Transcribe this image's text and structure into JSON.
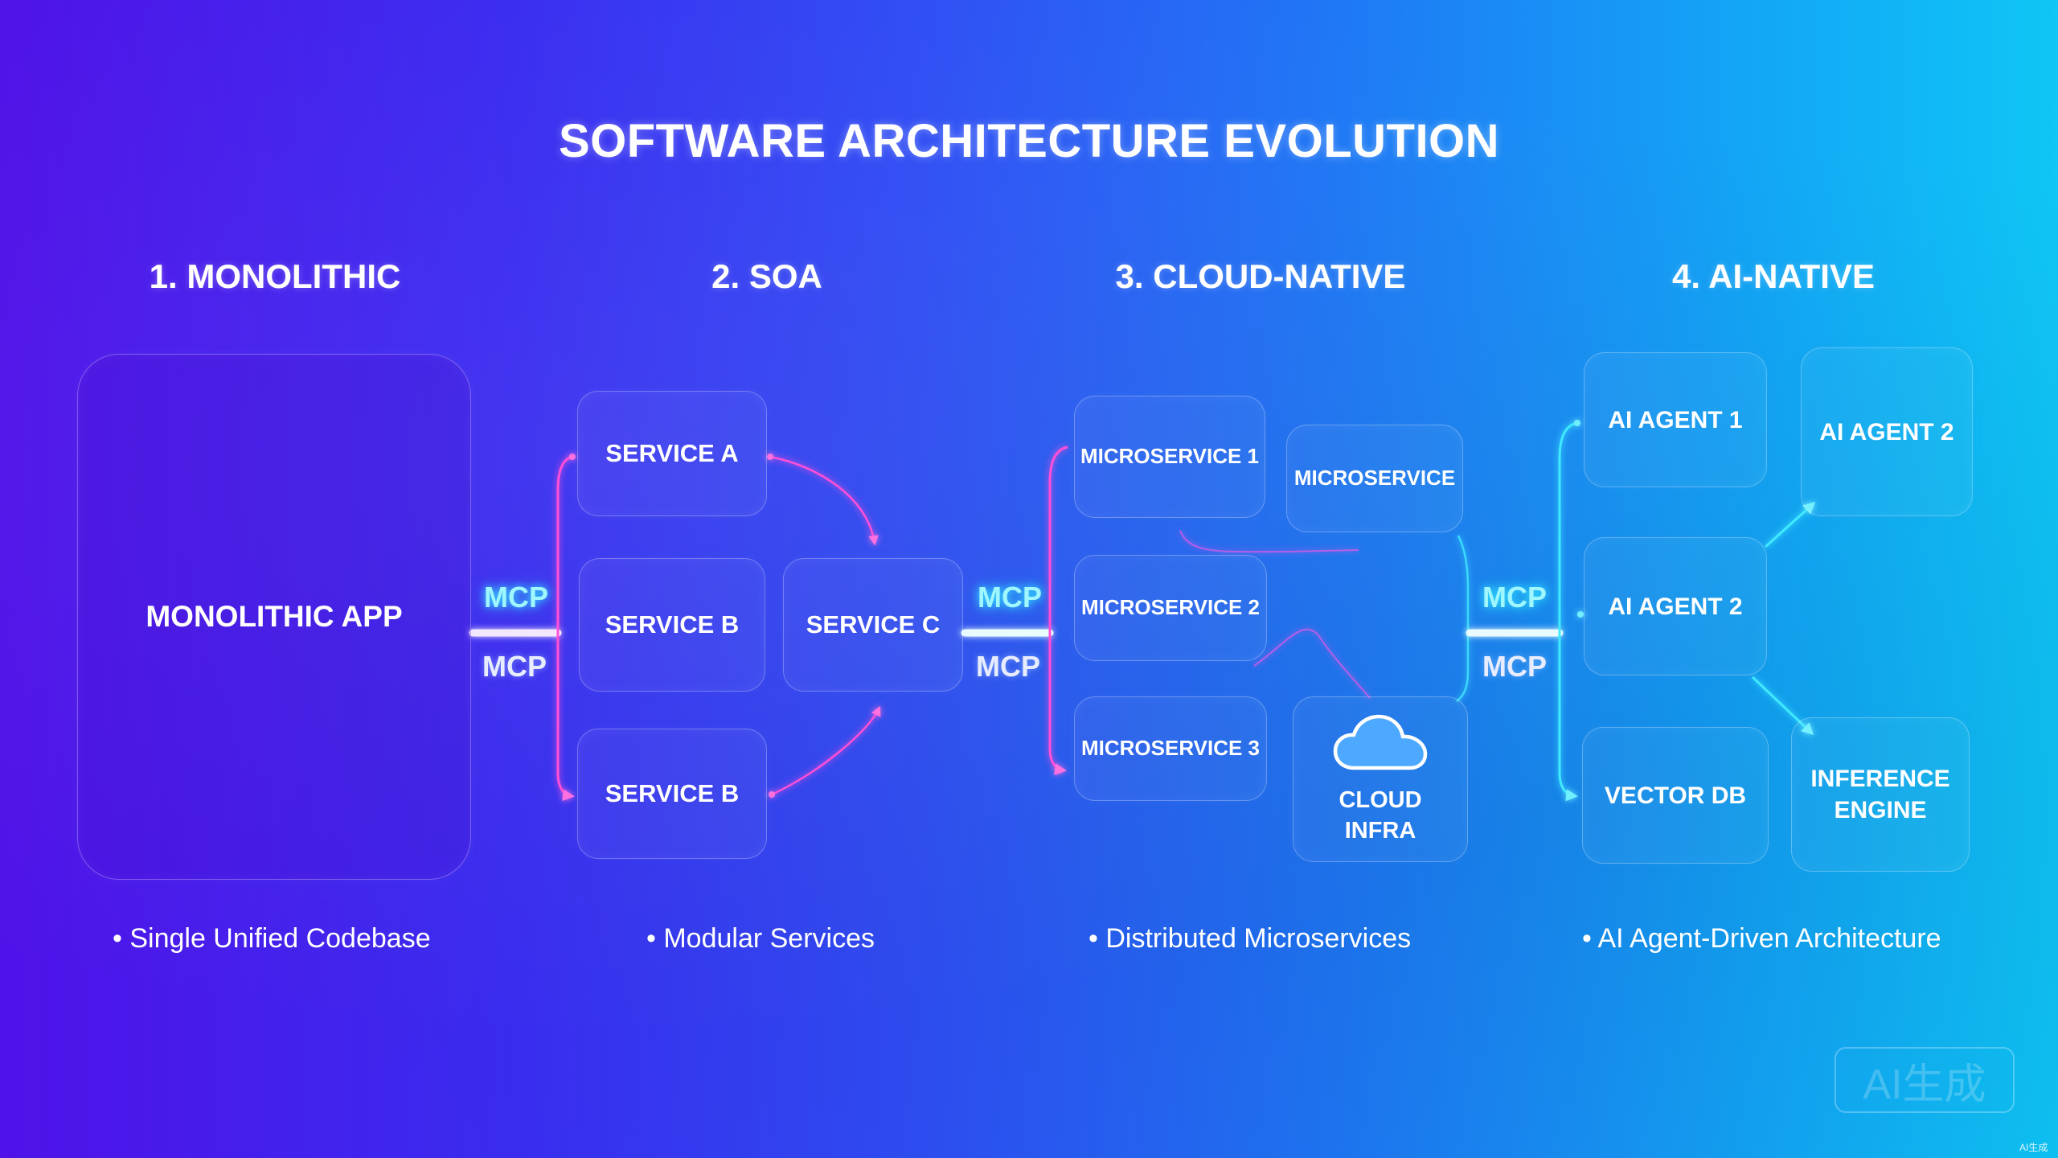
{
  "title": "SOFTWARE ARCHITECTURE EVOLUTION",
  "stages": [
    {
      "heading": "1. MONOLITHIC",
      "bullet": "• Single Unified Codebase",
      "nodes": {
        "app": "MONOLITHIC APP"
      }
    },
    {
      "heading": "2. SOA",
      "bullet": "• Modular Services",
      "nodes": {
        "a": "SERVICE A",
        "b1": "SERVICE B",
        "c": "SERVICE C",
        "b2": "SERVICE B"
      }
    },
    {
      "heading": "3. CLOUD-NATIVE",
      "bullet": "• Distributed Microservices",
      "nodes": {
        "m1": "MICROSERVICE 1",
        "m": "MICROSERVICE",
        "m2": "MICROSERVICE 2",
        "m3": "MICROSERVICE 3",
        "cloud_line1": "CLOUD",
        "cloud_line2": "INFRA"
      }
    },
    {
      "heading": "4. AI-NATIVE",
      "bullet": "• AI Agent-Driven Architecture",
      "nodes": {
        "agent1": "AI AGENT 1",
        "agent2_top": "AI AGENT 2",
        "agent2_mid": "AI AGENT 2",
        "vector": "VECTOR DB",
        "inference_line1": "INFERENCE",
        "inference_line2": "ENGINE"
      }
    }
  ],
  "connectors": [
    {
      "top": "MCP",
      "bottom": "MCP"
    },
    {
      "top": "MCP",
      "bottom": "MCP"
    },
    {
      "top": "MCP",
      "bottom": "MCP"
    }
  ],
  "icons": {
    "cloud": "cloud-icon"
  },
  "colors": {
    "magenta_wire": "#ff4fd8",
    "cyan_wire": "#3fe9ff",
    "connector_glow": "#e8fbff"
  },
  "watermark": {
    "large": "AI生成",
    "small": "AI生成"
  }
}
